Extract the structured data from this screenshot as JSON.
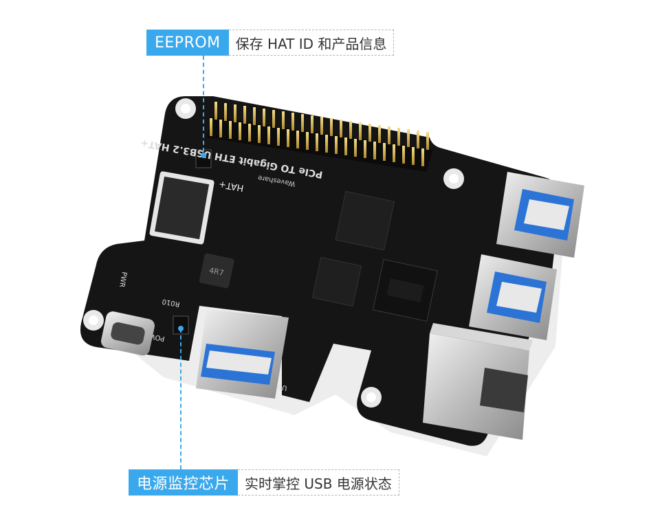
{
  "callouts": {
    "eeprom": {
      "tag": "EEPROM",
      "description": "保存 HAT ID 和产品信息"
    },
    "power_monitor": {
      "tag": "电源监控芯片",
      "description": "实时掌控 USB 电源状态"
    }
  },
  "board": {
    "title": "PCIe TO Gigabit ETH USB3.2 HAT+",
    "brand": "Waveshare",
    "badge": "HAT+",
    "labels": {
      "pwr": "PWR",
      "power": "POWER",
      "usb": "USB",
      "resistor": "R010",
      "inductor": "4R7"
    }
  },
  "colors": {
    "accent": "#3aa8ec",
    "pcb": "#141414"
  }
}
